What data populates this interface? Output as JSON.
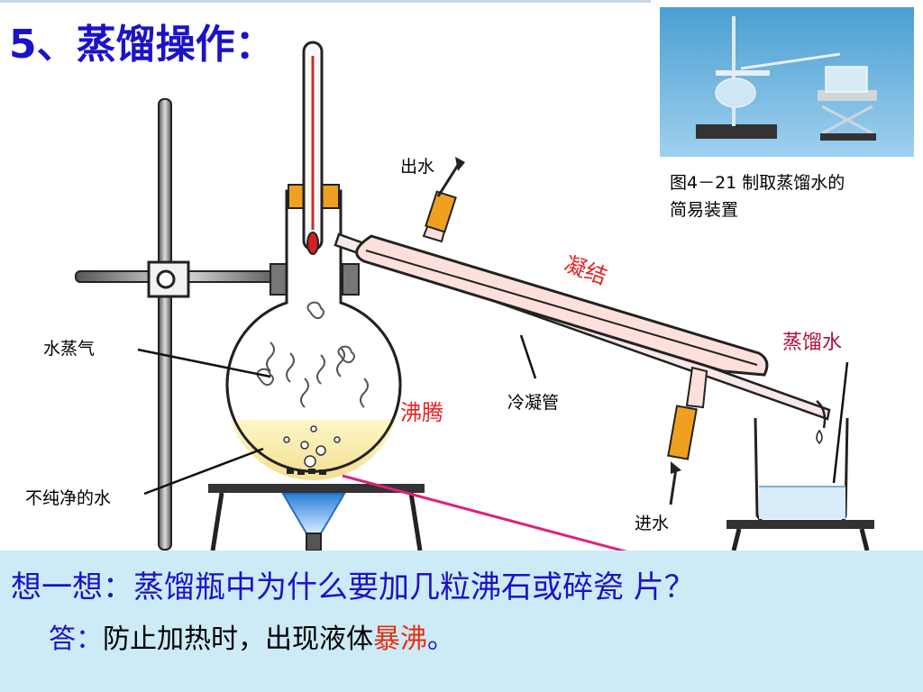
{
  "slide": {
    "title": "5、蒸馏操作：",
    "caption_line1": "图4－21 制取蒸馏水的",
    "caption_line2": "简易装置"
  },
  "labels": {
    "water_out": "出水",
    "condense": "凝结",
    "distilled_water": "蒸馏水",
    "steam": "水蒸气",
    "boiling": "沸腾",
    "condenser_tube": "冷凝管",
    "impure_water": "不纯净的水",
    "water_in": "进水"
  },
  "question": {
    "text": "想一想：蒸馏瓶中为什么要加几粒沸石或碎瓷 片？",
    "answer_label": "答：",
    "answer_text": "防止加热时，出现液体",
    "answer_keyword": "暴沸",
    "answer_end": "。"
  },
  "colors": {
    "title_blue": "#1b12c8",
    "label_red": "#e52020",
    "label_darkred": "#b0103a",
    "panel_bg": "#cdeaf7",
    "pointer_pink": "#e0207a",
    "rubber_orange": "#f0a020"
  }
}
